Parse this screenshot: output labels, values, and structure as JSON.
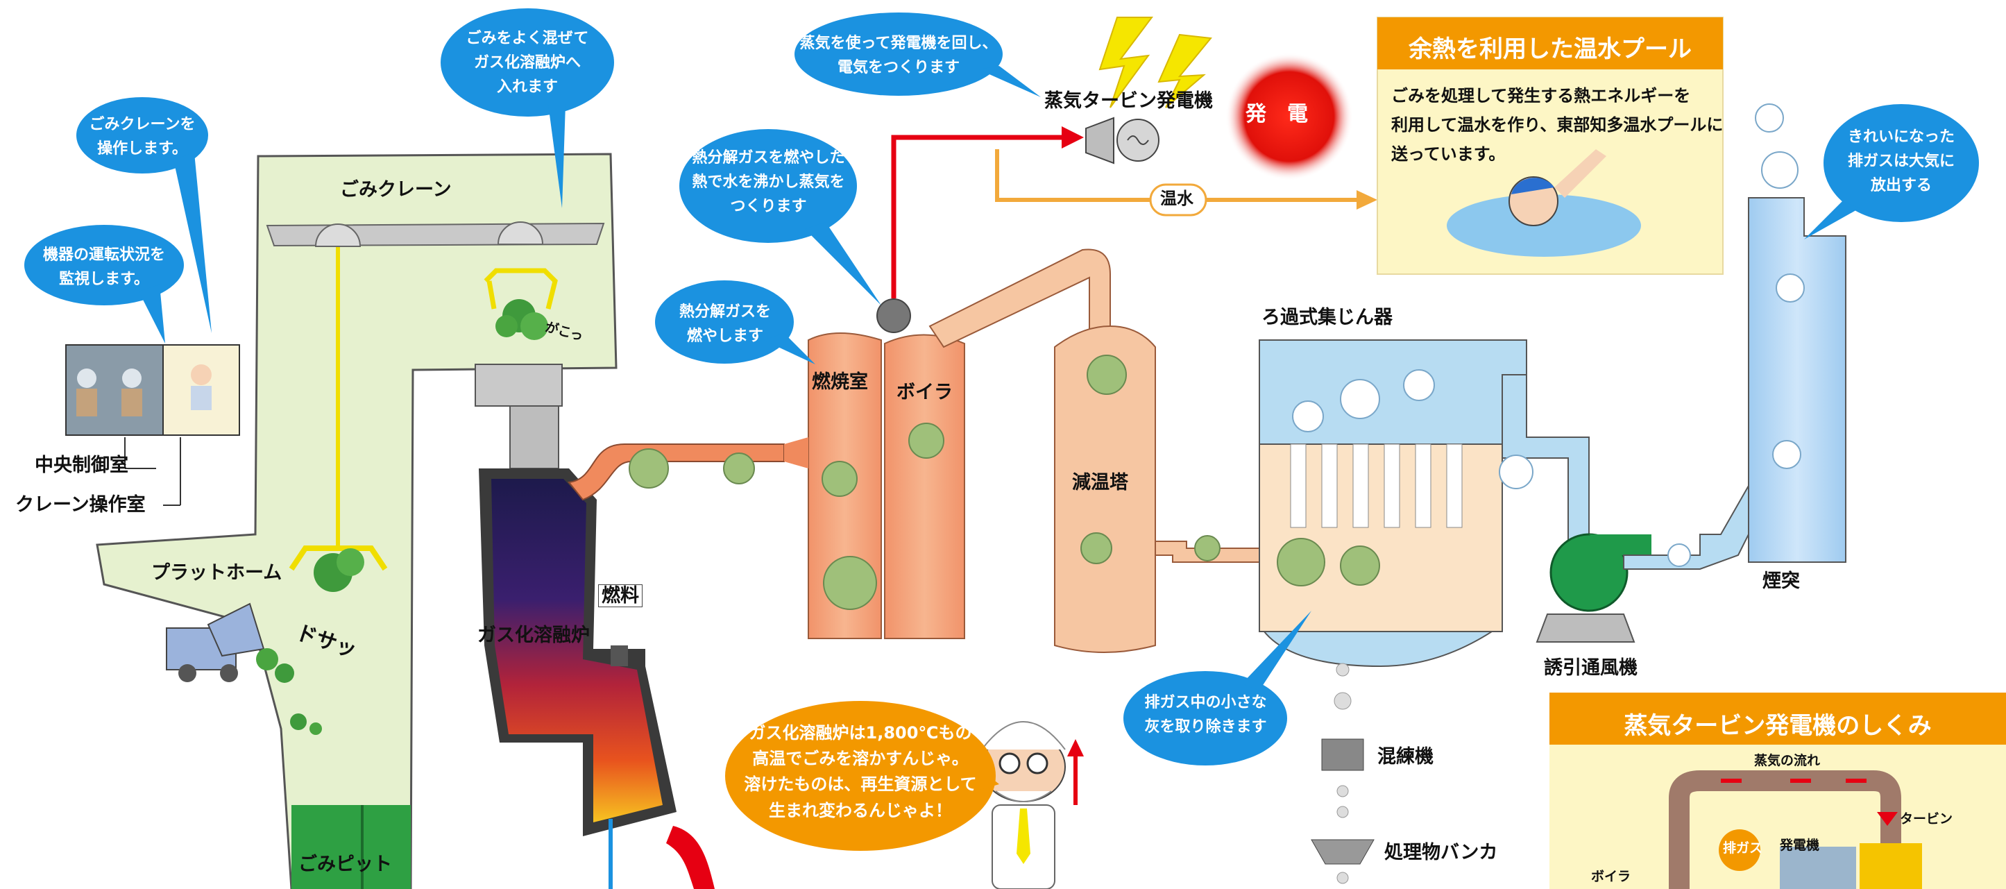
{
  "bubbles": {
    "mix_waste": [
      "ごみをよく混ぜて",
      "ガス化溶融炉へ",
      "入れます"
    ],
    "crane_operate": [
      "ごみクレーンを",
      "操作します。"
    ],
    "monitor": [
      "機器の運転状況を",
      "監視します。"
    ],
    "steam_power": [
      "蒸気を使って発電機を回し、",
      "電気をつくります"
    ],
    "boil_water": [
      "熱分解ガスを燃やした",
      "熱で水を沸かし蒸気を",
      "つくります"
    ],
    "burn_gas": [
      "熱分解ガスを",
      "燃やします"
    ],
    "clean_exhaust": [
      "きれいになった",
      "排ガスは大気に",
      "放出する"
    ],
    "remove_ash": [
      "排ガス中の小さな",
      "灰を取り除きます"
    ]
  },
  "labels": {
    "waste_crane": "ごみクレーン",
    "central_control": "中央制御室",
    "crane_room": "クレーン操作室",
    "platform": "プラットホーム",
    "dosa": "ドサッ",
    "gakon": "がこっ",
    "waste_pit": "ごみピット",
    "melting_furnace": "ガス化溶融炉",
    "fuel": "燃料",
    "combustion_chamber": "燃焼室",
    "boiler": "ボイラ",
    "cooling_tower": "減温塔",
    "bag_filter": "ろ過式集じん器",
    "induced_fan": "誘引通風機",
    "chimney": "煙突",
    "mixer": "混練機",
    "bunker": "処理物バンカ",
    "turbine": "蒸気タービン発電機",
    "power": "発　電",
    "hot_water": "温水"
  },
  "pool_panel": {
    "title": "余熱を利用した温水プール",
    "body": [
      "ごみを処理して発生する熱エネルギーを",
      "利用して温水を作り、東部知多温水プールに",
      "送っています。"
    ]
  },
  "turbine_panel": {
    "title": "蒸気タービン発電機のしくみ",
    "steam_flow": "蒸気の流れ",
    "turbine": "タービン",
    "generator": "発電機",
    "exhaust": "排ガス",
    "boiler": "ボイラ"
  },
  "professor": {
    "speech": [
      "ガス化溶融炉は1,800℃もの",
      "高温でごみを溶かすんじゃ。",
      "溶けたものは、再生資源として",
      "生まれ変わるんじゃよ！"
    ]
  },
  "colors": {
    "bubble_blue": "#1b92e0",
    "building_green": "#e6f1cf",
    "filter_blue": "#b7dcf2",
    "boiler_orange": "#f0a27a",
    "tower_peach": "#f6c6a2",
    "hot_water_orange": "#f2a93b",
    "steam_red": "#e60012",
    "panel_orange": "#f39800",
    "panel_yellow": "#fdf6c5",
    "fan_green": "#1f9a4a",
    "crane_yellow": "#f5e600"
  }
}
